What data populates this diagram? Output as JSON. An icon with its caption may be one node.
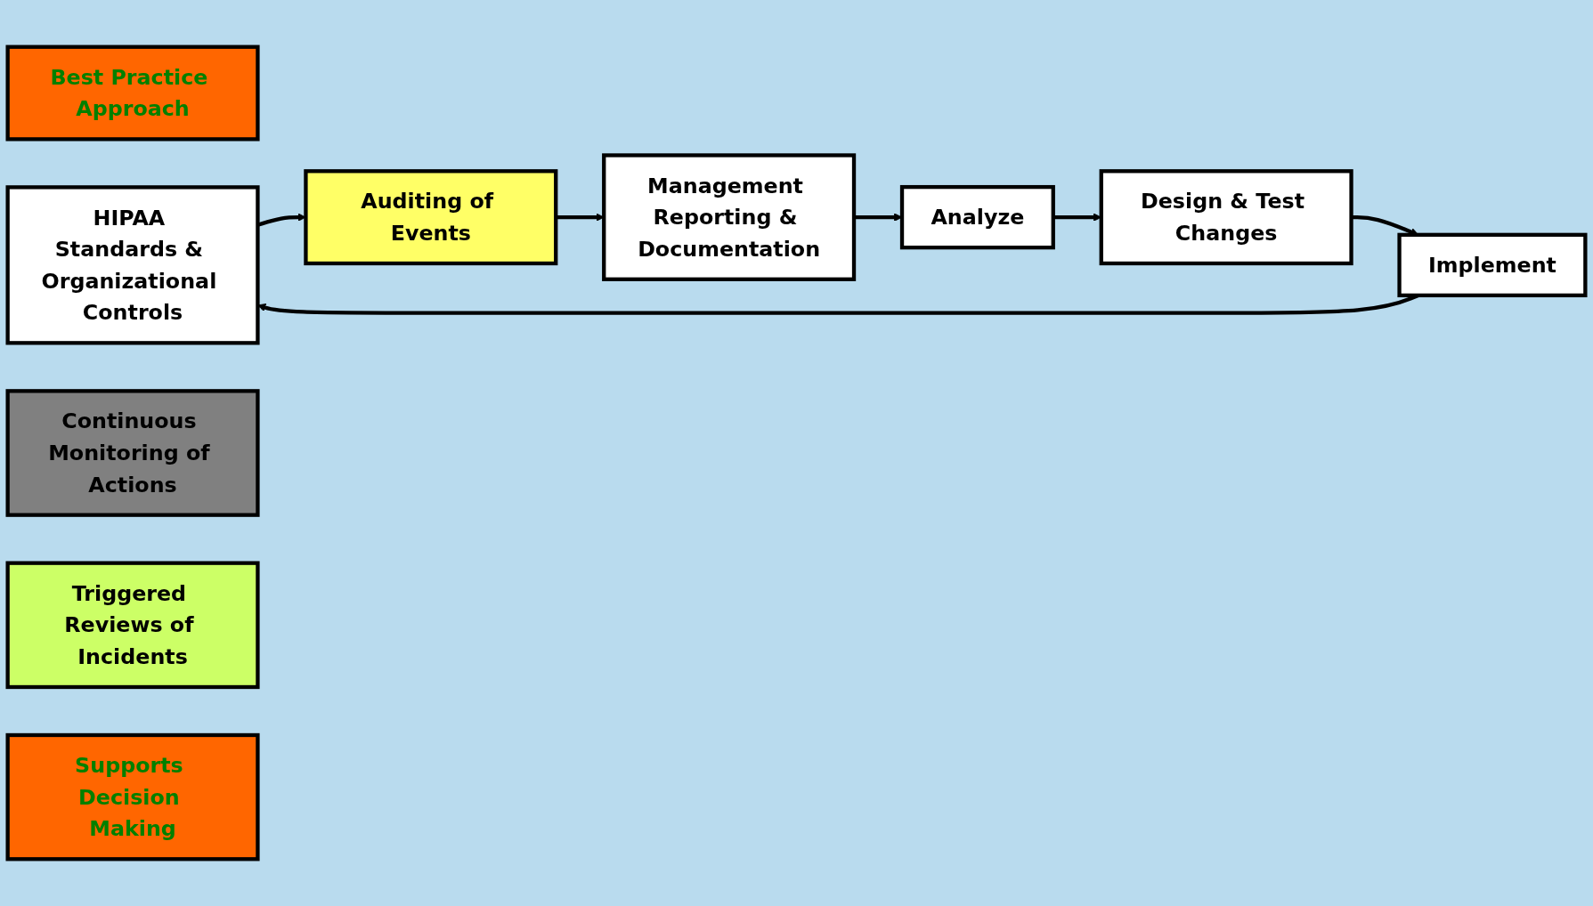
{
  "diagram": {
    "nodes": [
      {
        "text": [
          "Best Practice Approach"
        ]
      },
      {
        "text": [
          "HIPAA Standards & Organizational Controls"
        ]
      },
      {
        "text": [
          "Implement"
        ]
      },
      {
        "text": [
          "Design & Test Changes"
        ]
      },
      {
        "text": [
          "Continuous Monitoring of Actions"
        ]
      },
      {
        "text": [
          "Auditing of Events"
        ]
      },
      {
        "text": [
          "Triggered Reviews of Incidents"
        ]
      },
      {
        "text": [
          "Analyze"
        ]
      },
      {
        "text": [
          "Management Reporting & Documentation"
        ]
      },
      {
        "text": [
          "Supports Decision Making"
        ]
      }
    ],
    "edges": [
      {
        "from": 2,
        "to": 1,
        "arrow": "to"
      },
      {
        "from": 1,
        "to": 5,
        "arrow": "to"
      },
      {
        "from": 5,
        "to": 8,
        "arrow": "to"
      },
      {
        "from": 8,
        "to": 7,
        "arrow": "to"
      },
      {
        "from": 7,
        "to": 3,
        "arrow": "to"
      },
      {
        "from": 3,
        "to": 2,
        "arrow": "to"
      }
    ]
  }
}
